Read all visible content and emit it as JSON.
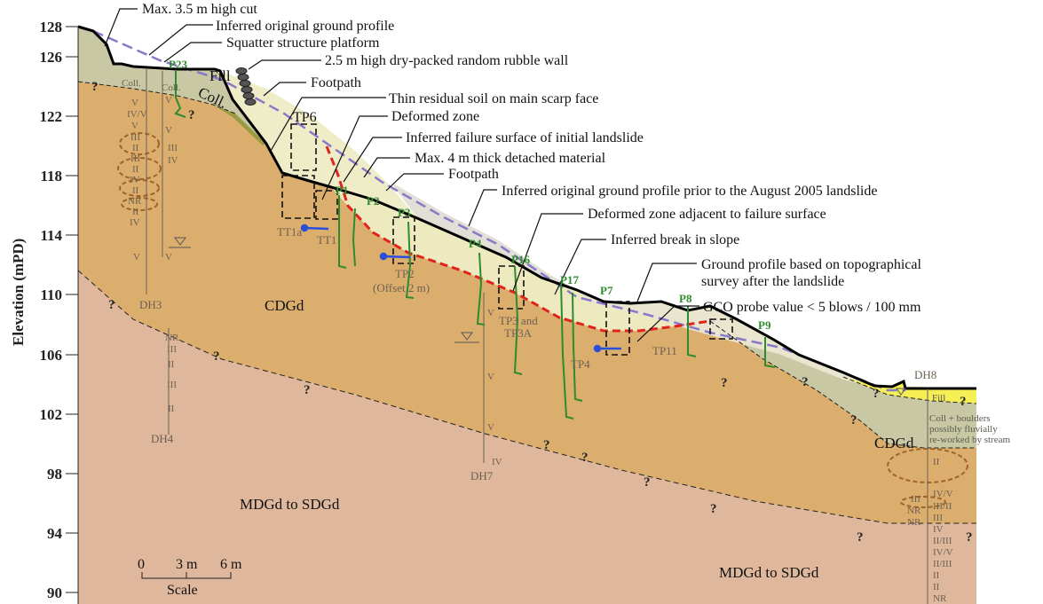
{
  "axis": {
    "label": "Elevation (mPD)",
    "ticks": [
      "128",
      "126",
      "122",
      "118",
      "114",
      "110",
      "106",
      "102",
      "98",
      "94",
      "90"
    ]
  },
  "callouts": [
    "Max. 3.5 m high cut",
    "Inferred original ground profile",
    "Squatter structure platform",
    "2.5 m high dry-packed random rubble wall",
    "Footpath",
    "Thin residual soil on main scarp face",
    "Deformed zone",
    "Inferred failure surface of initial landslide",
    "Max. 4 m thick detached material",
    "Footpath",
    "Inferred original ground profile prior to the August 2005 landslide",
    "Deformed zone adjacent to failure surface",
    "Inferred break in slope",
    "Ground profile based on topographical",
    "survey after the landslide",
    "GCO probe value < 5 blows / 100 mm"
  ],
  "units": {
    "cdgd": "CDGd",
    "mdgd": "MDGd to SDGd",
    "coll": "Coll.",
    "fill": "Fill",
    "coll_boulders": [
      "Coll + boulders",
      "possibly fluvially",
      "re-worked by stream"
    ]
  },
  "boreholes": {
    "names": [
      "DH3",
      "DH4",
      "DH7",
      "DH8"
    ],
    "dh3_left": [
      "V",
      "IV/V",
      "V",
      "III",
      "II",
      "III",
      "II",
      "IV",
      "II",
      "NR",
      "II",
      "IV",
      "V"
    ],
    "dh3_right": [
      "Coll.",
      "V",
      "V",
      "III",
      "IV",
      "V"
    ],
    "dh4": [
      "NR",
      "III",
      "II",
      "III",
      "II"
    ],
    "dh7": [
      "V",
      "V",
      "V",
      "IV"
    ],
    "dh8": [
      "II",
      "IV/V",
      "III/II",
      "III",
      "IV",
      "II/III",
      "IV/V",
      "II/III",
      "II",
      "II",
      "NR"
    ],
    "dh8_left": [
      "III",
      "NR",
      "NR"
    ]
  },
  "piezometers": [
    "P23",
    "P1",
    "P2",
    "P3",
    "P4",
    "P16",
    "P17",
    "P7",
    "P8",
    "P9"
  ],
  "pits": [
    "TP6",
    "TT1a",
    "TT1",
    "TP2",
    "(Offset 2 m)",
    "TP3 and",
    "TP3A",
    "TP4",
    "TP11"
  ],
  "scale": {
    "ticks": [
      "0",
      "3 m",
      "6 m"
    ],
    "label": "Scale"
  },
  "question_mark": "?",
  "colors": {
    "mdgd": "#dfb79c",
    "cdgd": "#dcae6e",
    "colluvium": "#c9c8a5",
    "debris": "#eeeac0",
    "fill": "#f6ee55",
    "failure_surface": "#e0231c",
    "original_profile": "#8a78c8",
    "piezometer": "#2e8b2e"
  }
}
